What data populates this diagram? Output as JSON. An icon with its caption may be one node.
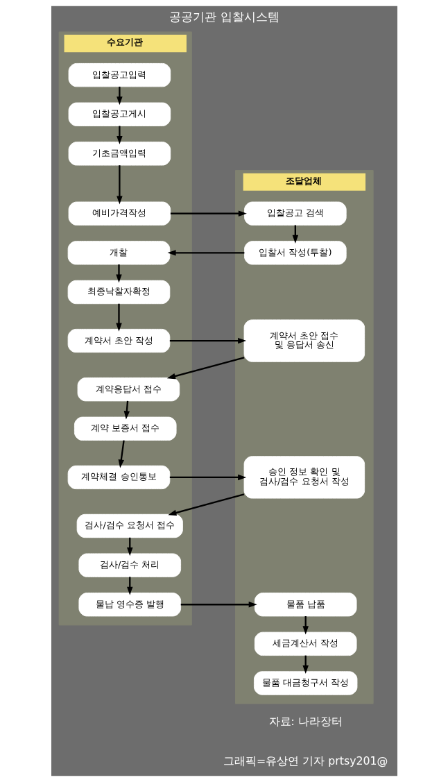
{
  "diagram": {
    "title": "공공기관 입찰시스템",
    "nodes": [
      {
        "text": [
          "수요기관"
        ]
      },
      {
        "text": [
          "입찰공고입력"
        ],
        "in": 0
      },
      {
        "text": [
          "입찰공고게시"
        ],
        "in": 0
      },
      {
        "text": [
          "기초금액입력"
        ],
        "in": 0
      },
      {
        "text": [
          "예비가격작성"
        ],
        "in": 0
      },
      {
        "text": [
          "개찰"
        ],
        "in": 0
      },
      {
        "text": [
          "최종낙찰자확정"
        ],
        "in": 0
      },
      {
        "text": [
          "계약서 초안 작성"
        ],
        "in": 0
      },
      {
        "text": [
          "계약응답서 접수"
        ],
        "in": 0
      },
      {
        "text": [
          "계약 보증서 접수"
        ],
        "in": 0
      },
      {
        "text": [
          "계약체결 승인통보"
        ],
        "in": 0
      },
      {
        "text": [
          "검사/검수 요청서 접수"
        ],
        "in": 0
      },
      {
        "text": [
          "검사/검수 처리"
        ],
        "in": 0
      },
      {
        "text": [
          "물납 영수증 발행"
        ],
        "in": 0
      },
      {
        "text": [
          "조달업체"
        ]
      },
      {
        "text": [
          "입찰공고 검색"
        ],
        "in": 14
      },
      {
        "text": [
          "입찰서 작성(투찰)"
        ],
        "in": 14
      },
      {
        "text": [
          "계약서 초안 접수 및 응답서 송신"
        ],
        "in": 14
      },
      {
        "text": [
          "승인 정보 확인 및 검사/검수 요청서 작성"
        ],
        "in": 14
      },
      {
        "text": [
          "물품 납품"
        ],
        "in": 14
      },
      {
        "text": [
          "세금계산서 작성"
        ],
        "in": 14
      },
      {
        "text": [
          "물품 대금청구서 작성"
        ],
        "in": 14
      }
    ],
    "edges": [
      {
        "from": 1,
        "to": 2,
        "arrow": "to"
      },
      {
        "from": 2,
        "to": 3,
        "arrow": "to"
      },
      {
        "from": 3,
        "to": 4,
        "arrow": "to"
      },
      {
        "from": 4,
        "to": 15,
        "arrow": "to"
      },
      {
        "from": 15,
        "to": 16,
        "arrow": "to"
      },
      {
        "from": 16,
        "to": 5,
        "arrow": "to"
      },
      {
        "from": 5,
        "to": 6,
        "arrow": "to"
      },
      {
        "from": 6,
        "to": 7,
        "arrow": "to"
      },
      {
        "from": 7,
        "to": 17,
        "arrow": "to"
      },
      {
        "from": 17,
        "to": 8,
        "arrow": "to"
      },
      {
        "from": 8,
        "to": 9,
        "arrow": "to"
      },
      {
        "from": 9,
        "to": 10,
        "arrow": "to"
      },
      {
        "from": 10,
        "to": 18,
        "arrow": "to"
      },
      {
        "from": 18,
        "to": 11,
        "arrow": "to"
      },
      {
        "from": 11,
        "to": 12,
        "arrow": "to"
      },
      {
        "from": 12,
        "to": 13,
        "arrow": "to"
      },
      {
        "from": 13,
        "to": 19,
        "arrow": "to"
      },
      {
        "from": 19,
        "to": 20,
        "arrow": "to"
      },
      {
        "from": 20,
        "to": 21,
        "arrow": "to"
      }
    ],
    "labels": [
      "자료: 나라장터",
      "그래픽=유상연 기자 prtsy201@"
    ]
  }
}
